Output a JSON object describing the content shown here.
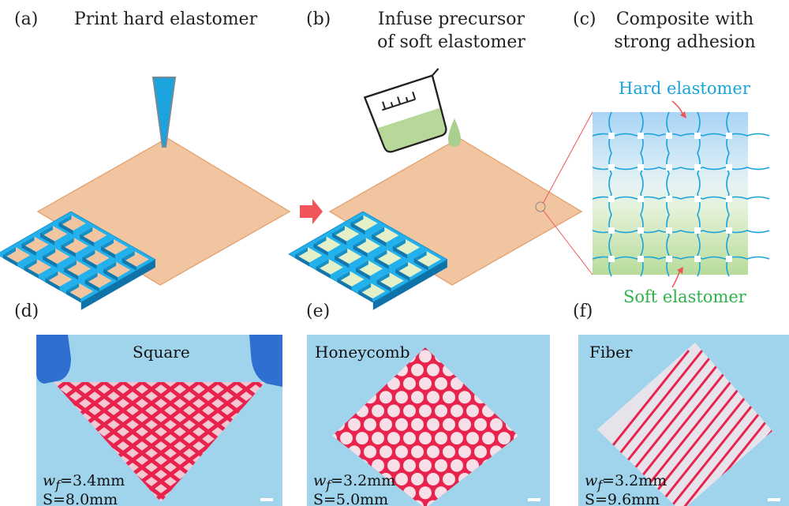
{
  "panels": {
    "a": {
      "label": "(a)",
      "title": "Print hard elastomer"
    },
    "b": {
      "label": "(b)",
      "title_line1": "Infuse precursor",
      "title_line2": "of soft elastomer"
    },
    "c": {
      "label": "(c)",
      "title_line1": "Composite with",
      "title_line2": "strong adhesion",
      "hard_label": "Hard elastomer",
      "soft_label": "Soft elastomer"
    },
    "d": {
      "label": "(d)",
      "name": "Square",
      "wf_sym": "w",
      "wf_sub": "f",
      "wf_val": "=3.4mm",
      "s_text": "S=8.0mm"
    },
    "e": {
      "label": "(e)",
      "name": "Honeycomb",
      "wf_sym": "w",
      "wf_sub": "f",
      "wf_val": "=3.2mm",
      "s_text": "S=5.0mm"
    },
    "f": {
      "label": "(f)",
      "name": "Fiber",
      "wf_sym": "w",
      "wf_sub": "f",
      "wf_val": "=3.2mm",
      "s_text": "S=9.6mm"
    }
  },
  "colors": {
    "hard_elastomer": "#1aa3dd",
    "soft_elastomer": "#a9d08e",
    "substrate": "#f2c5a1",
    "print_red": "#e8234d",
    "arrow": "#f0555a",
    "hard_text": "#19a3d8",
    "soft_text": "#2db34a"
  }
}
